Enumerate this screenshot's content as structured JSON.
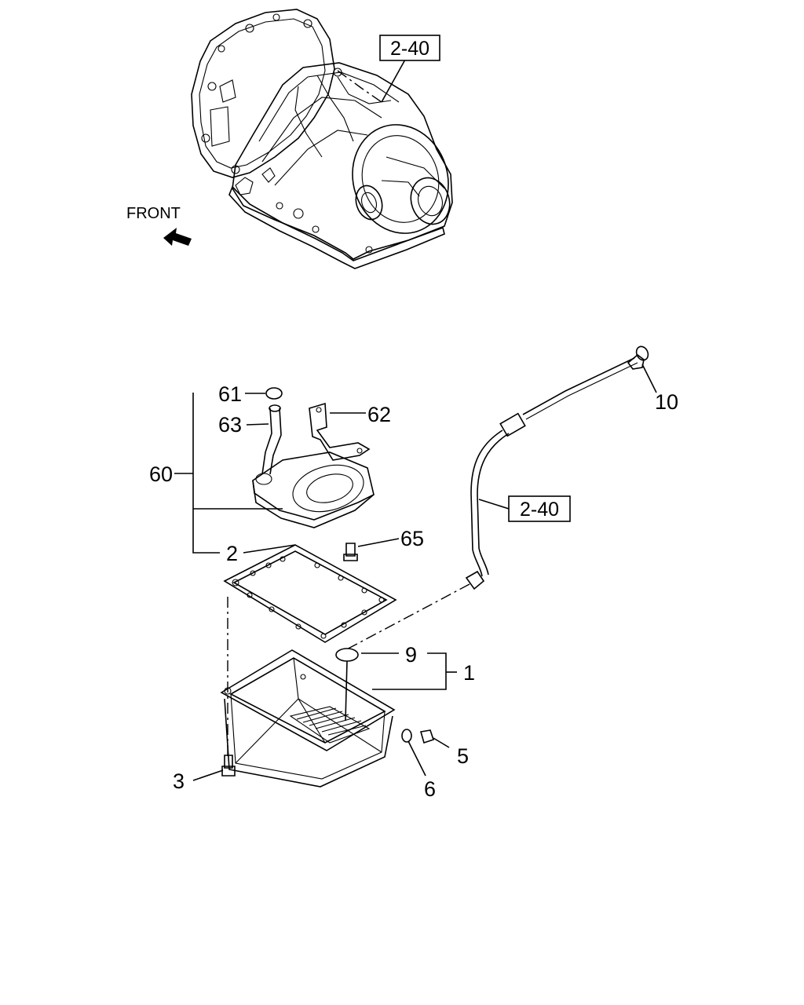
{
  "front_label": "FRONT",
  "refs": {
    "transmission": "2-40",
    "tube": "2-40"
  },
  "callouts": {
    "c1": "1",
    "c2": "2",
    "c3": "3",
    "c5": "5",
    "c6": "6",
    "c9": "9",
    "c10": "10",
    "c60": "60",
    "c61": "61",
    "c62": "62",
    "c63": "63",
    "c65": "65"
  }
}
